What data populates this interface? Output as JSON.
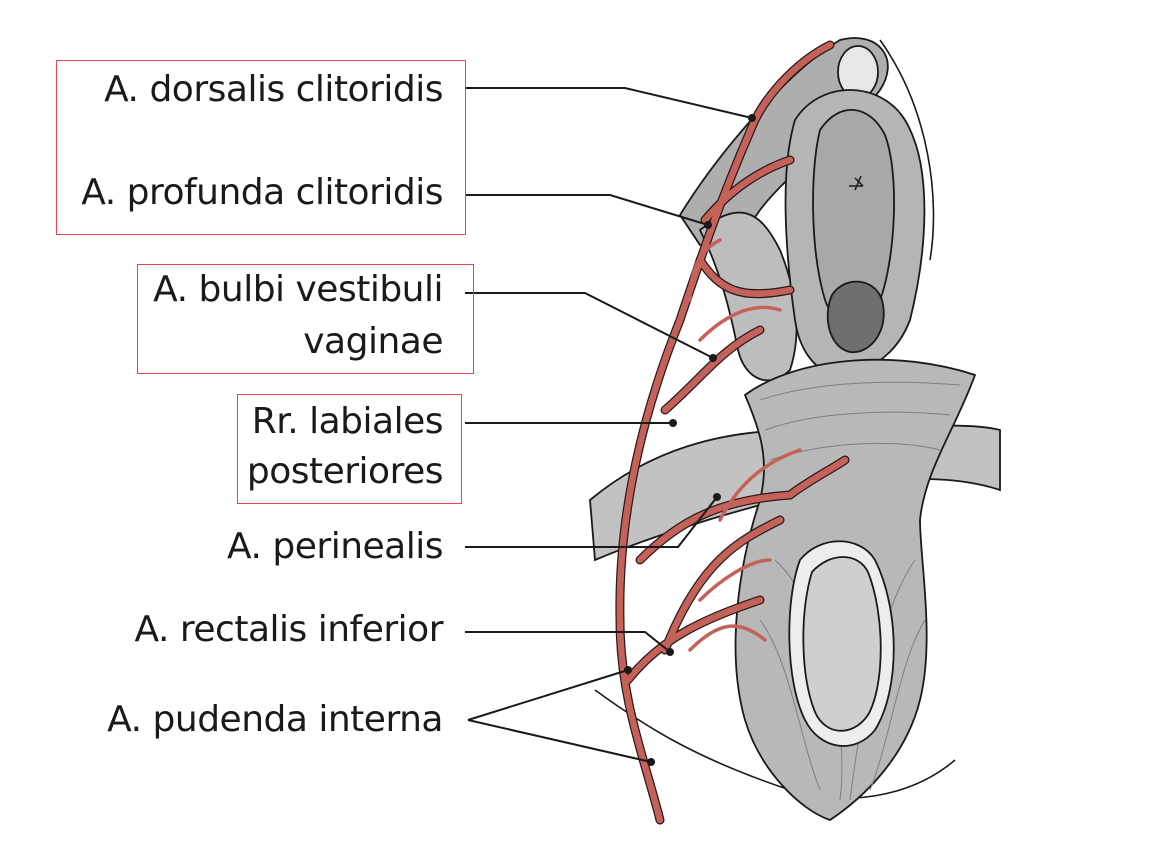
{
  "labels": {
    "dorsalis": "A. dorsalis clitoridis",
    "profunda": "A. profunda clitoridis",
    "bulbi_1": "A. bulbi vestibuli",
    "bulbi_2": "vaginae",
    "labiales_1": "Rr. labiales",
    "labiales_2": "posteriores",
    "perinealis": "A. perinealis",
    "rectalis": "A. rectalis inferior",
    "pudenda": "A. pudenda interna"
  },
  "colors": {
    "artery": "#c4625a",
    "artery_outline": "#2a1a1a",
    "tissue": "#b9b9b9",
    "tissue_dark": "#9c9c9c",
    "highlight_box": "#e0474f",
    "leader": "#1a1a1a"
  }
}
